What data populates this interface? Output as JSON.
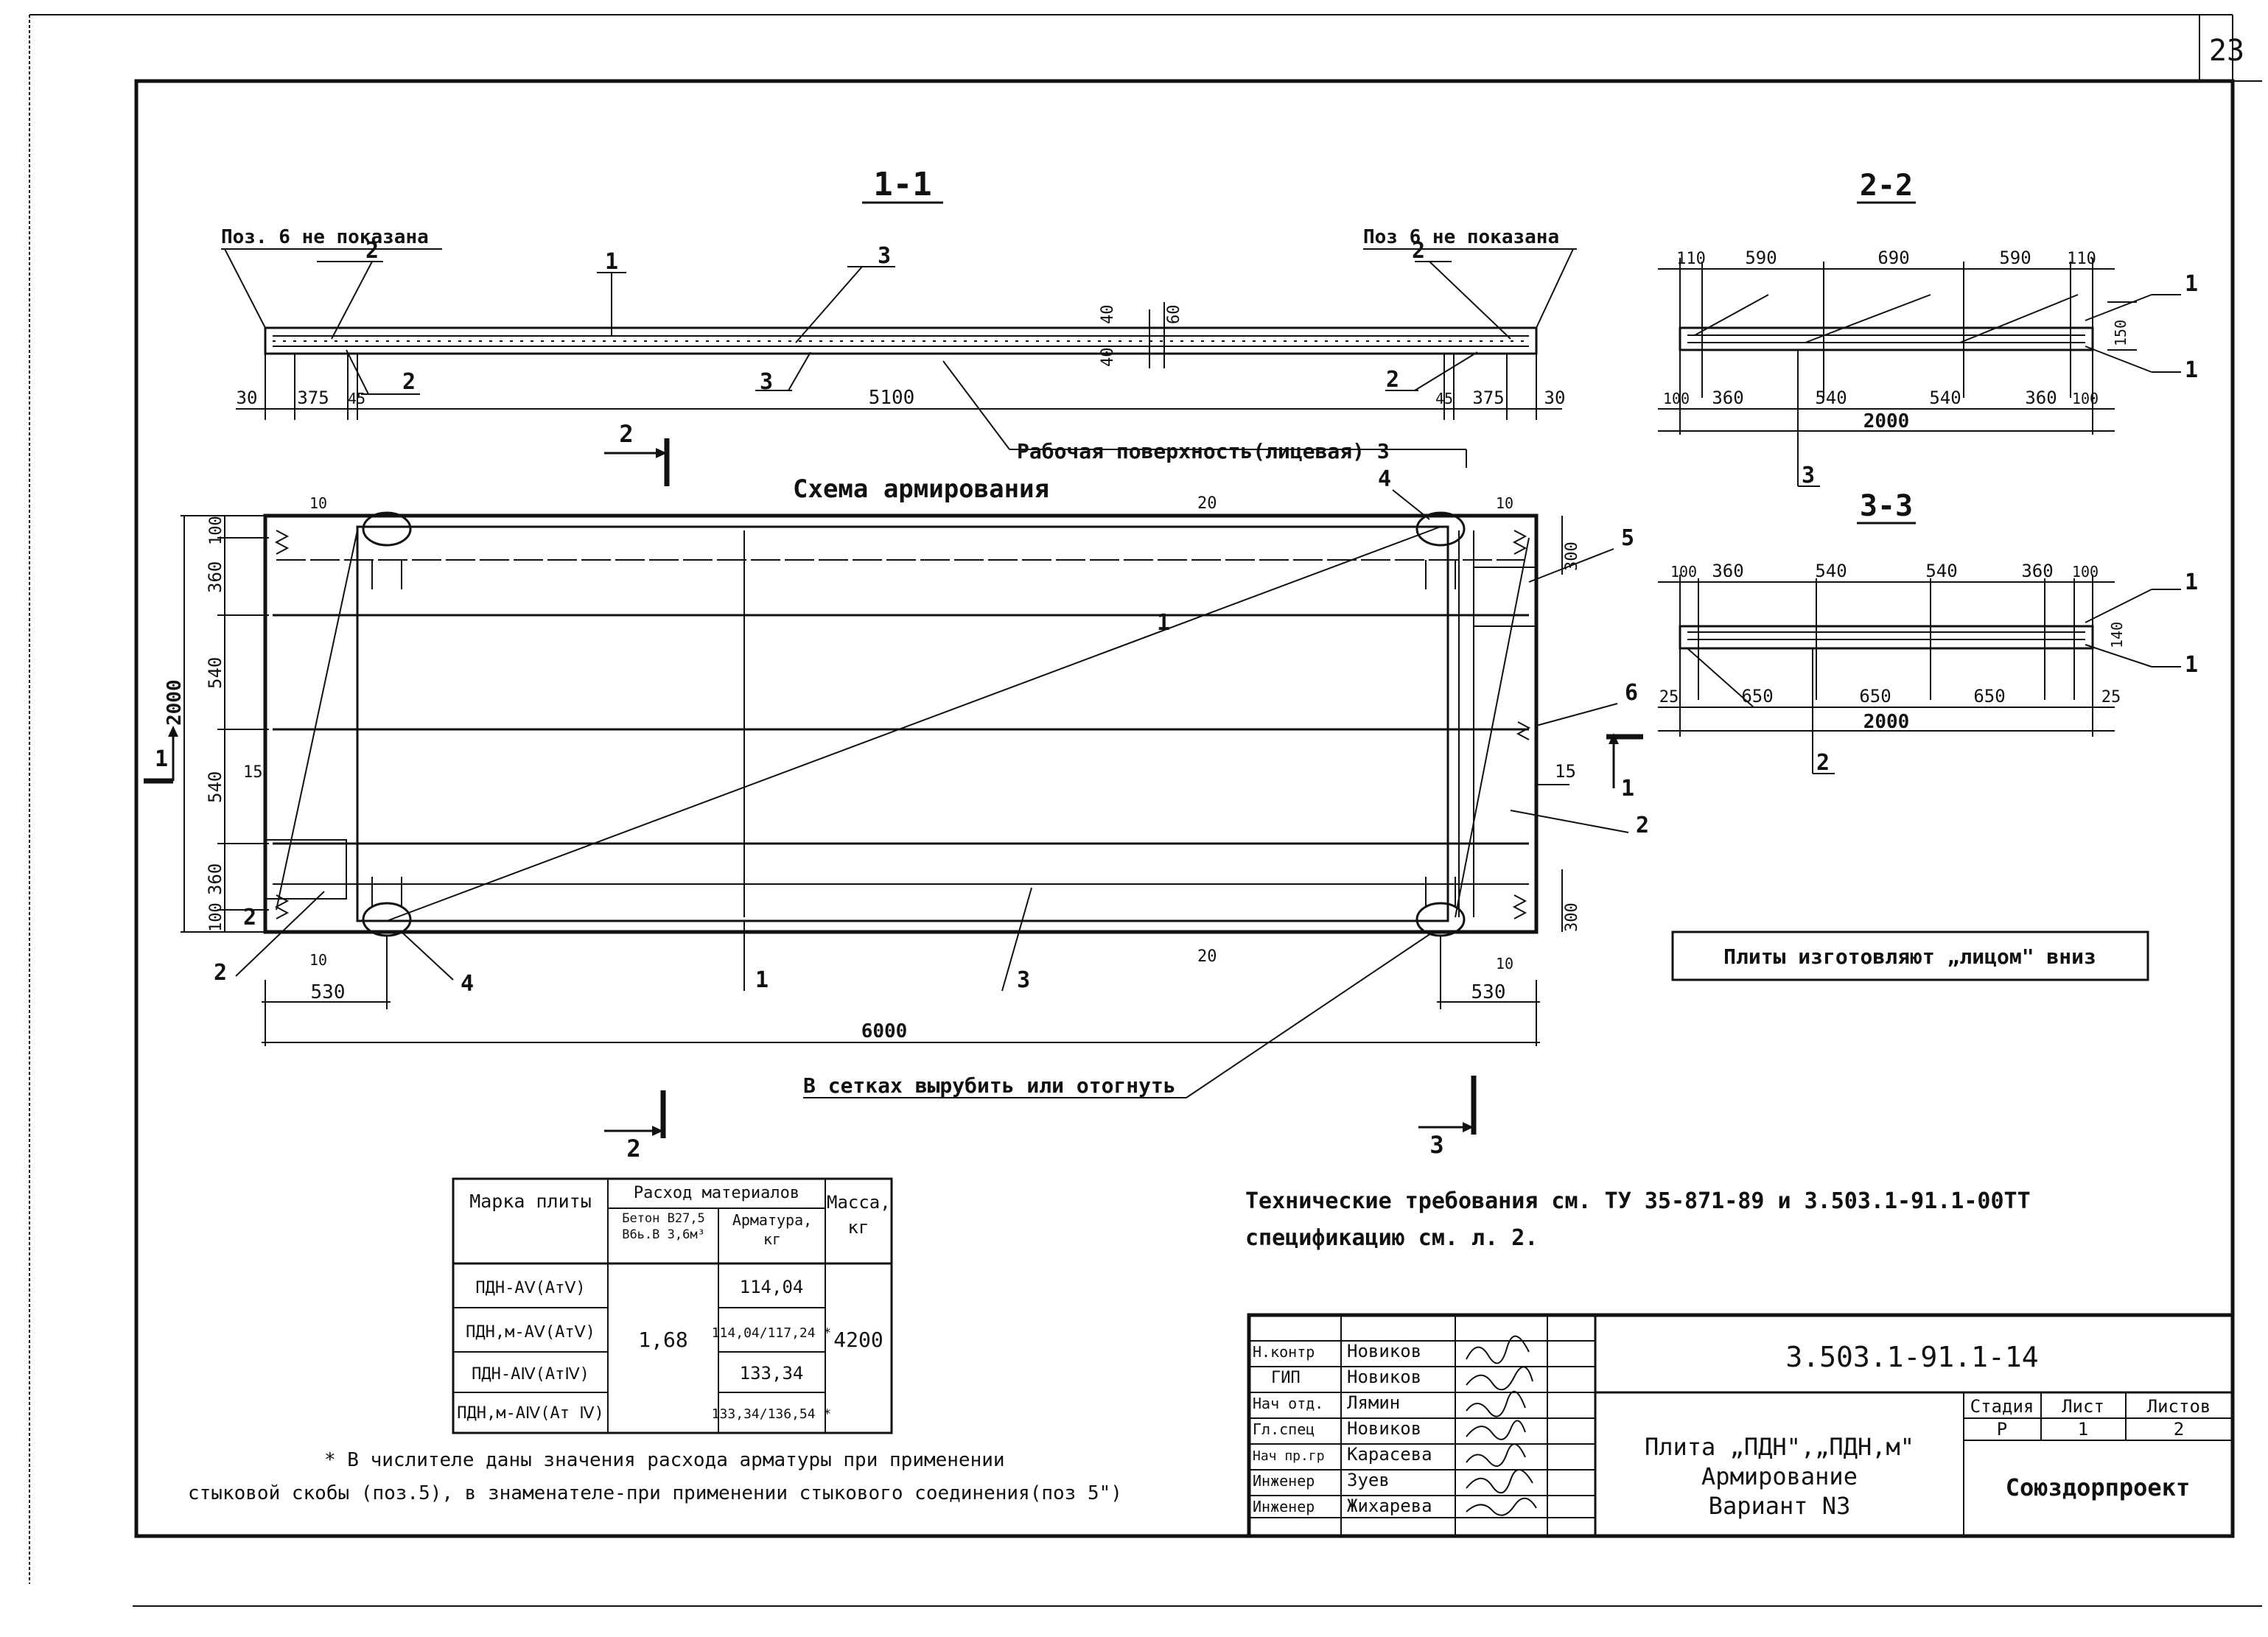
{
  "sheet_number": "23",
  "section_1_1": {
    "title": "1-1",
    "note_left": "Поз. 6 не показана",
    "note_right": "Поз 6 не показана",
    "labels": [
      "1",
      "2",
      "3",
      "2",
      "3",
      "2",
      "2",
      "40",
      "40",
      "60"
    ],
    "dims": [
      "30",
      "375",
      "45",
      "5100",
      "45",
      "375",
      "30"
    ],
    "surface_note": "Рабочая поверхность(лицевая) 3"
  },
  "scheme": {
    "title": "Схема армирования",
    "dims_left": [
      "100",
      "360",
      "540",
      "540",
      "360",
      "100",
      "2000"
    ],
    "dims_right": [
      "300",
      "300",
      "15"
    ],
    "dims_bottom": [
      "530",
      "530",
      "6000"
    ],
    "small_dims": [
      "10",
      "10",
      "10",
      "10",
      "15",
      "20",
      "20"
    ],
    "labels": [
      "1",
      "1",
      "2",
      "2",
      "2",
      "3",
      "4",
      "4",
      "5",
      "6"
    ],
    "cut_labels": [
      "2",
      "2",
      "3",
      "1",
      "1"
    ],
    "cut_note": "В сетках вырубить или отогнуть"
  },
  "section_2_2": {
    "title": "2-2",
    "top_dims": [
      "110",
      "590",
      "690",
      "590",
      "110"
    ],
    "bottom_dims": [
      "100",
      "360",
      "540",
      "540",
      "360",
      "100"
    ],
    "total": "2000",
    "height": "150",
    "labels": [
      "1",
      "1",
      "3"
    ]
  },
  "section_3_3": {
    "title": "3-3",
    "top_dims": [
      "100",
      "360",
      "540",
      "540",
      "360",
      "100"
    ],
    "bottom_dims": [
      "25",
      "650",
      "650",
      "650",
      "25"
    ],
    "total": "2000",
    "height": "140",
    "labels": [
      "1",
      "1",
      "2"
    ]
  },
  "face_note": "Плиты изготовляют „лицом\" вниз",
  "materials_table": {
    "head_mark": "Марка плиты",
    "head_consumption": "Расход материалов",
    "head_concrete": "Бетон В27,5 В6ь.В 3,6м³",
    "head_steel": "Арматура, кг",
    "head_mass": "Масса, кг",
    "rows": [
      {
        "mark": "ПДН-АⅤ(АтⅤ)",
        "steel": "114,04"
      },
      {
        "mark": "ПДН,м-АⅤ(АтⅤ)",
        "steel": "114,04/117,24 *"
      },
      {
        "mark": "ПДН-АⅣ(АтⅣ)",
        "steel": "133,34"
      },
      {
        "mark": "ПДН,м-АⅣ(Ат Ⅳ)",
        "steel": "133,34/136,54 *"
      }
    ],
    "concrete": "1,68",
    "mass": "4200"
  },
  "footnote_line1": "* В числителе даны значения расхода арматуры при применении",
  "footnote_line2": "стыковой скобы (поз.5), в знаменателе-при применении стыкового соединения(поз 5\")",
  "tech_req_line1": "Технические требования см. ТУ 35-871-89 и 3.503.1-91.1-00ТТ",
  "tech_req_line2": "спецификацию см. л. 2.",
  "title_block": {
    "doc_code": "3.503.1-91.1-14",
    "roles": [
      "Н.контр",
      "ГИП",
      "Нач отд.",
      "Гл.спец",
      "Нач пр.гр",
      "Инженер",
      "Инженер"
    ],
    "names": [
      "Новиков",
      "Новиков",
      "Лямин",
      "Новиков",
      "Карасева",
      "Зуев",
      "Жихарева"
    ],
    "title_line1": "Плита „ПДН\",„ПДН,м\"",
    "title_line2": "Армирование",
    "title_line3": "Вариант N3",
    "stage_head": "Стадия",
    "sheet_head": "Лист",
    "sheets_head": "Листов",
    "stage": "Р",
    "sheet": "1",
    "sheets": "2",
    "org": "Союздорпроект"
  }
}
